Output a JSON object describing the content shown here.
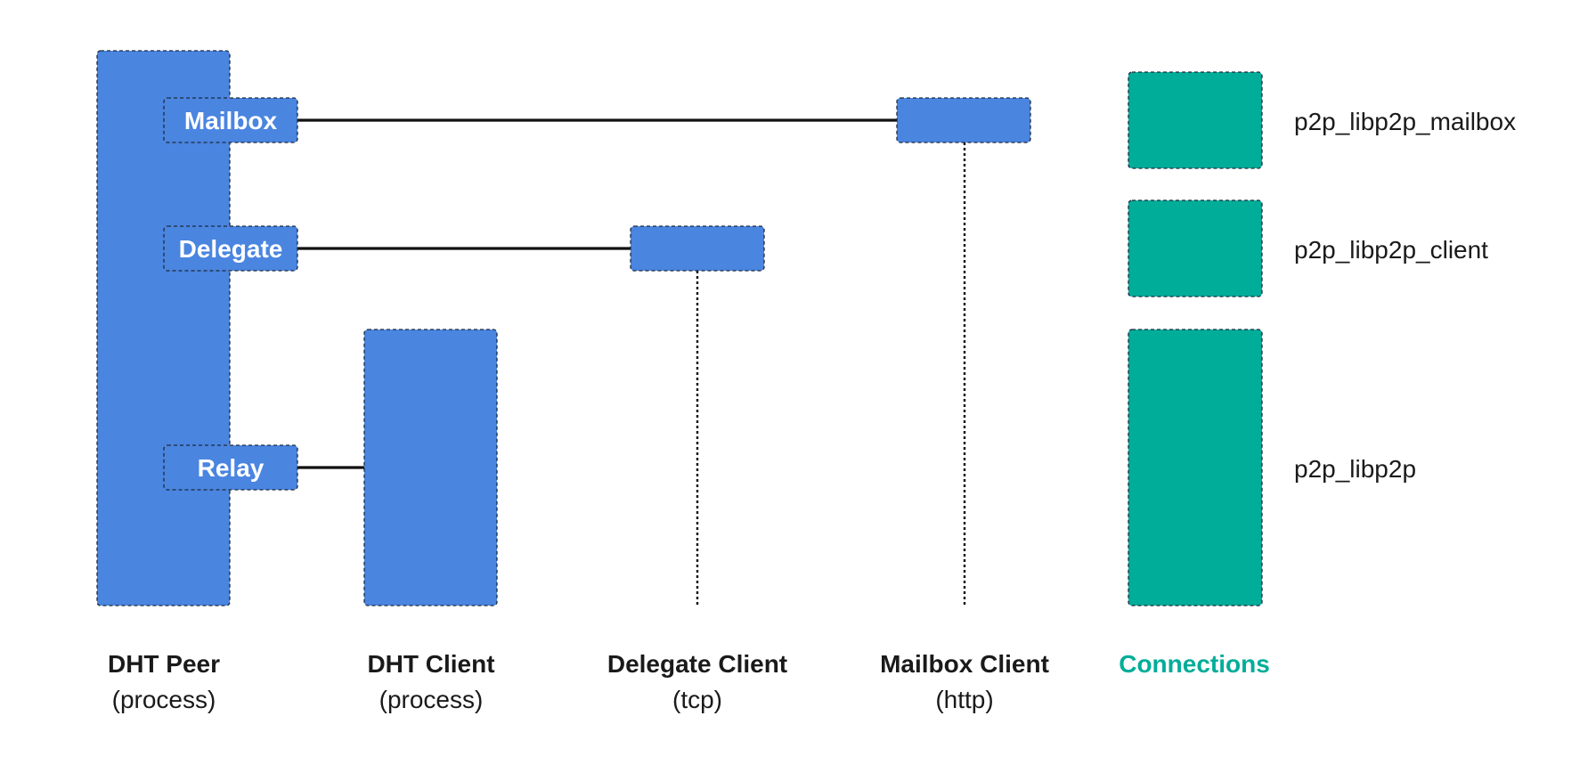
{
  "colors": {
    "component_fill": "#4a85e0",
    "connection_fill": "#00ad99",
    "line": "#111111",
    "text": "#1a1a1a",
    "box_text": "#ffffff"
  },
  "columns": [
    {
      "title": "DHT Peer",
      "subtitle": "(process)"
    },
    {
      "title": "DHT Client",
      "subtitle": "(process)"
    },
    {
      "title": "Delegate Client",
      "subtitle": "(tcp)"
    },
    {
      "title": "Mailbox Client",
      "subtitle": "(http)"
    },
    {
      "title": "Connections",
      "subtitle": ""
    }
  ],
  "peer_components": {
    "mailbox": "Mailbox",
    "delegate": "Delegate",
    "relay": "Relay"
  },
  "connections": [
    {
      "label": "p2p_libp2p_mailbox"
    },
    {
      "label": "p2p_libp2p_client"
    },
    {
      "label": "p2p_libp2p"
    }
  ]
}
